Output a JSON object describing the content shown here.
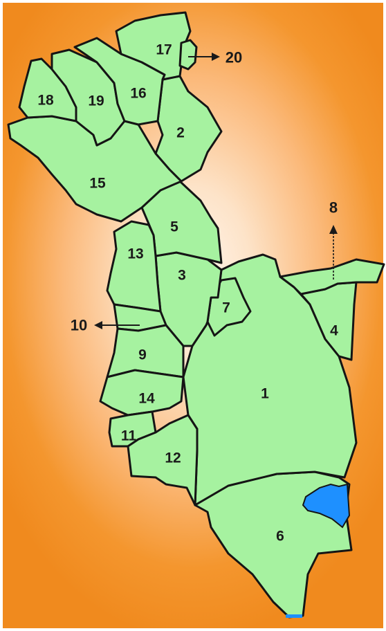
{
  "map": {
    "regions": [
      {
        "id": "1",
        "label": "1"
      },
      {
        "id": "2",
        "label": "2"
      },
      {
        "id": "3",
        "label": "3"
      },
      {
        "id": "4",
        "label": "4"
      },
      {
        "id": "5",
        "label": "5"
      },
      {
        "id": "6",
        "label": "6"
      },
      {
        "id": "7",
        "label": "7"
      },
      {
        "id": "8",
        "label": "8"
      },
      {
        "id": "9",
        "label": "9"
      },
      {
        "id": "10",
        "label": "10"
      },
      {
        "id": "11",
        "label": "11"
      },
      {
        "id": "12",
        "label": "12"
      },
      {
        "id": "13",
        "label": "13"
      },
      {
        "id": "14",
        "label": "14"
      },
      {
        "id": "15",
        "label": "15"
      },
      {
        "id": "16",
        "label": "16"
      },
      {
        "id": "17",
        "label": "17"
      },
      {
        "id": "18",
        "label": "18"
      },
      {
        "id": "19",
        "label": "19"
      },
      {
        "id": "20",
        "label": "20"
      }
    ],
    "colors": {
      "region_fill": "#a6f2a0",
      "border": "#151515",
      "water": "#1e90ff",
      "background_outer": "#f08a1e",
      "background_center": "#fff6ee"
    }
  }
}
